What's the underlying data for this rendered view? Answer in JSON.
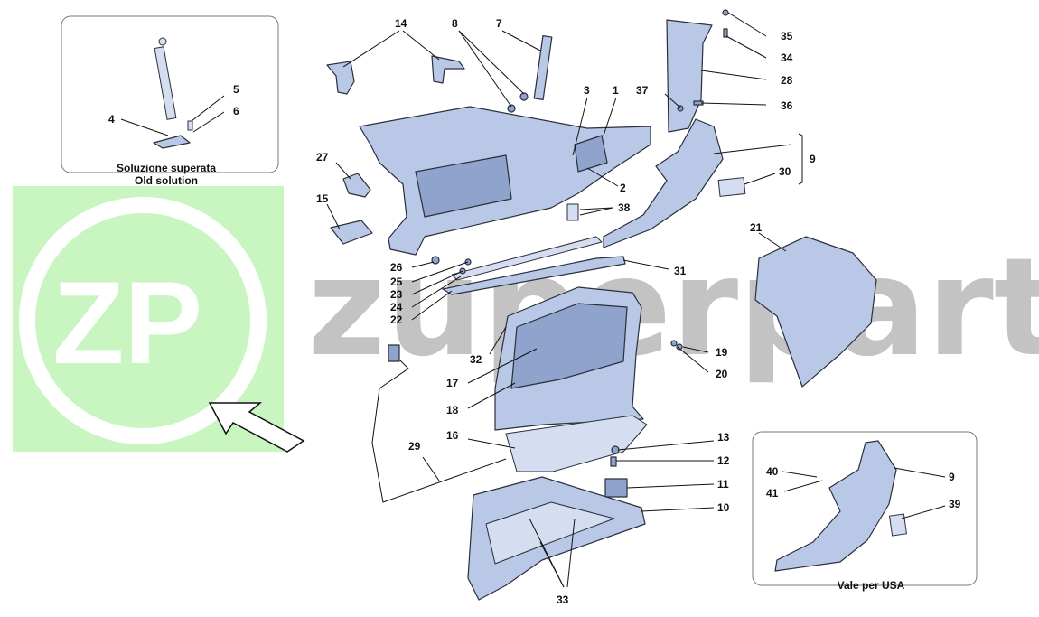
{
  "inset_old": {
    "caption_line1": "Soluzione superata",
    "caption_line2": "Old solution",
    "callouts": [
      "4",
      "5",
      "6"
    ]
  },
  "inset_usa": {
    "caption": "Vale per USA",
    "callouts": [
      "40",
      "41",
      "9",
      "39"
    ]
  },
  "watermark": {
    "logo": "ZP",
    "text": "zuperparts"
  },
  "callouts": {
    "c1": "1",
    "c2": "2",
    "c3": "3",
    "c7": "7",
    "c8": "8",
    "c9": "9",
    "c10": "10",
    "c11": "11",
    "c12": "12",
    "c13": "13",
    "c14": "14",
    "c15": "15",
    "c16": "16",
    "c17": "17",
    "c18": "18",
    "c19": "19",
    "c20": "20",
    "c21": "21",
    "c22": "22",
    "c23": "23",
    "c24": "24",
    "c25": "25",
    "c26": "26",
    "c27": "27",
    "c28": "28",
    "c29": "29",
    "c30": "30",
    "c31": "31",
    "c32": "32",
    "c33": "33",
    "c34": "34",
    "c35": "35",
    "c36": "36",
    "c37": "37",
    "c38": "38"
  },
  "colors": {
    "part_fill": "#b9c8e6",
    "part_dark": "#8fa3cc",
    "watermark_green": "#c8f5c0"
  }
}
